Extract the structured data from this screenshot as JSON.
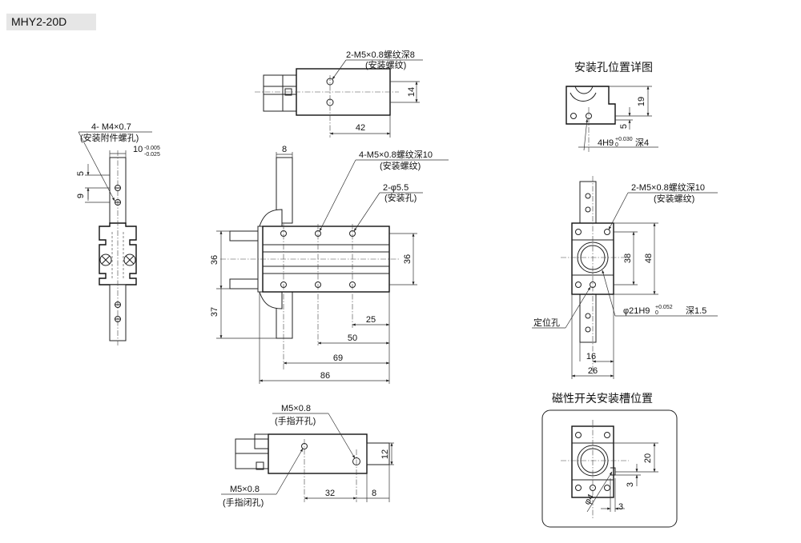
{
  "model": "MHY2-20D",
  "titles": {
    "mount_hole_detail": "安装孔位置详图",
    "switch_slot": "磁性开关安装槽位置"
  },
  "callouts": {
    "attach_thread": "4- M4×0.7",
    "attach_thread_note": "(安装附件螺孔)",
    "top_thread": "2-M5×0.8螺纹深8",
    "top_thread_note": "(安装螺纹)",
    "front_thread": "4-M5×0.8螺纹深10",
    "front_thread_note": "(安装螺纹)",
    "front_hole": "2-φ5.5",
    "front_hole_note": "(安装孔)",
    "right_thread": "2-M5×0.8螺纹深10",
    "right_thread_note": "(安装螺纹)",
    "locating_hole": "定位孔",
    "bore_fit": "φ21H9",
    "bore_upper": "+0.052",
    "bore_lower": "0",
    "bore_depth": "深1.5",
    "pin_fit": "4H9",
    "pin_upper": "+0.030",
    "pin_lower": "0",
    "pin_depth": "深4",
    "finger_open": "M5×0.8",
    "finger_open_note": "(手指开孔)",
    "finger_close": "M5×0.8",
    "finger_close_note": "(手指闭孔)"
  },
  "dims": {
    "left_width": "10",
    "left_tol_upper": "-0.005",
    "left_tol_lower": "-0.025",
    "left_5": "5",
    "left_9": "9",
    "top_14": "14",
    "top_42": "42",
    "front_8": "8",
    "front_36_left": "36",
    "front_37": "37",
    "front_36_right": "36",
    "front_25": "25",
    "front_50": "50",
    "front_69": "69",
    "front_86": "86",
    "detail_19": "19",
    "detail_5": "5",
    "right_38": "38",
    "right_48": "48",
    "right_16": "16",
    "right_26": "26",
    "bottom_12": "12",
    "bottom_32": "32",
    "bottom_8": "8",
    "slot_20": "20",
    "slot_3a": "3",
    "slot_3b": "3",
    "slot_phi4": "φ4"
  }
}
